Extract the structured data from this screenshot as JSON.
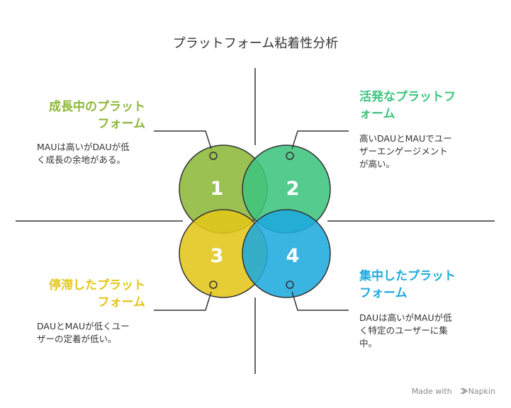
{
  "title": "プラットフォーム粘着性分析",
  "quadrants": [
    {
      "number": "1",
      "heading_line1": "成長中のプラット",
      "heading_line2": "フォーム",
      "desc_line1": "MAUは高いがDAUが低",
      "desc_line2": "く成長の余地がある。",
      "color": "#8db83a"
    },
    {
      "number": "2",
      "heading_line1": "活発なプラットフ",
      "heading_line2": "ォーム",
      "desc_line1": "高いDAUとMAUでユー",
      "desc_line2": "ザーエンゲージメント",
      "desc_line3": "が高い。",
      "color": "#3ec47e"
    },
    {
      "number": "3",
      "heading_line1": "停滞したプラット",
      "heading_line2": "フォーム",
      "desc_line1": "DAUとMAUが低くユー",
      "desc_line2": "ザーの定着が低い。",
      "color": "#e3c61a"
    },
    {
      "number": "4",
      "heading_line1": "集中したプラット",
      "heading_line2": "フォーム",
      "desc_line1": "DAUは高いがMAUが低",
      "desc_line2": "く特定のユーザーに集",
      "desc_line3": "中。",
      "color": "#1faadd"
    }
  ],
  "footer": {
    "made_with": "Made with",
    "brand": "Napkin"
  }
}
